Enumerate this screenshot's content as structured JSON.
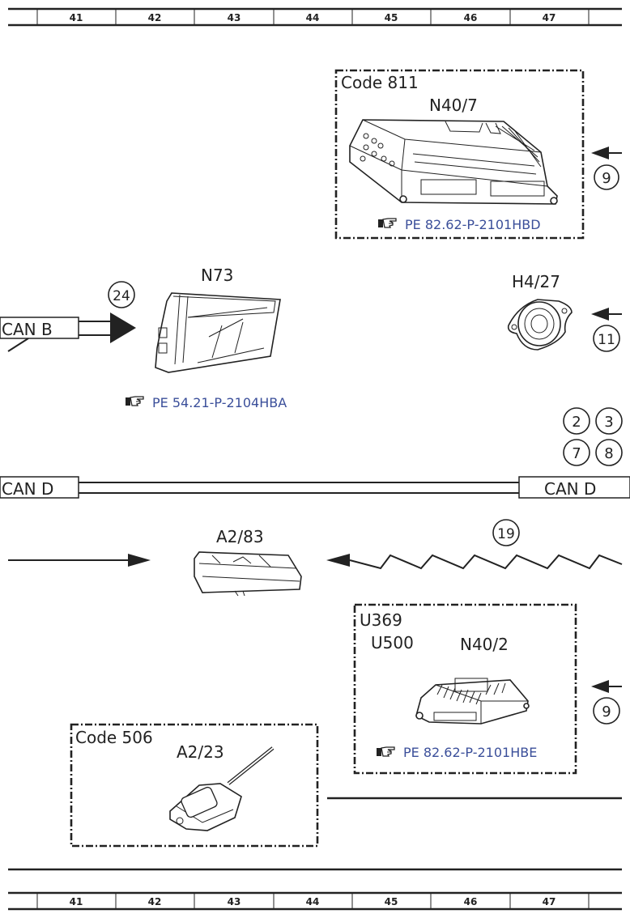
{
  "ruler": {
    "columns": [
      "41",
      "42",
      "43",
      "44",
      "45",
      "46",
      "47"
    ]
  },
  "components": {
    "n40_7": {
      "code": "Code 811",
      "label": "N40/7",
      "ref": "PE 82.62-P-2101HBD"
    },
    "n73": {
      "label": "N73",
      "ref": "PE 54.21-P-2104HBA"
    },
    "h4_27": {
      "label": "H4/27"
    },
    "a2_83": {
      "label": "A2/83"
    },
    "n40_2": {
      "code1": "U369",
      "code2": "U500",
      "label": "N40/2",
      "ref": "PE 82.62-P-2101HBE"
    },
    "a2_23": {
      "code": "Code 506",
      "label": "A2/23"
    }
  },
  "buses": {
    "can_b": "CAN B",
    "can_d_left": "CAN D",
    "can_d_right": "CAN D"
  },
  "circles": {
    "c9a": "9",
    "c24": "24",
    "c11": "11",
    "c2": "2",
    "c3": "3",
    "c7": "7",
    "c8": "8",
    "c19": "19",
    "c9b": "9"
  },
  "icons": {
    "reference": "pointing-hand-icon"
  }
}
